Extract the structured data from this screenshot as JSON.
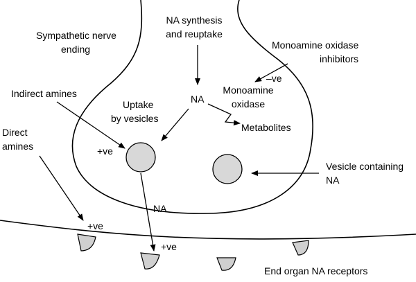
{
  "labels": {
    "sympathetic_1": "Sympathetic nerve",
    "sympathetic_2": "ending",
    "synthesis_1": "NA synthesis",
    "synthesis_2": "and reuptake",
    "maoi_1": "Monoamine oxidase",
    "maoi_2": "inhibitors",
    "neg_effect": "–ve",
    "mao_1": "Monoamine",
    "mao_2": "oxidase",
    "indirect_amines": "Indirect amines",
    "uptake_1": "Uptake",
    "uptake_2": "by vesicles",
    "na_center": "NA",
    "metabolites": "Metabolites",
    "direct_1": "Direct",
    "direct_2": "amines",
    "pos_vesicle": "+ve",
    "vesicle_cont_1": "Vesicle containing",
    "vesicle_cont_2": "NA",
    "na_release": "NA",
    "pos_direct": "+ve",
    "pos_receptor": "+ve",
    "receptors": "End organ NA receptors"
  },
  "colors": {
    "vesicle_fill": "#d8d8d8",
    "receptor_fill": "#d0d0d0",
    "stroke": "#000000"
  }
}
